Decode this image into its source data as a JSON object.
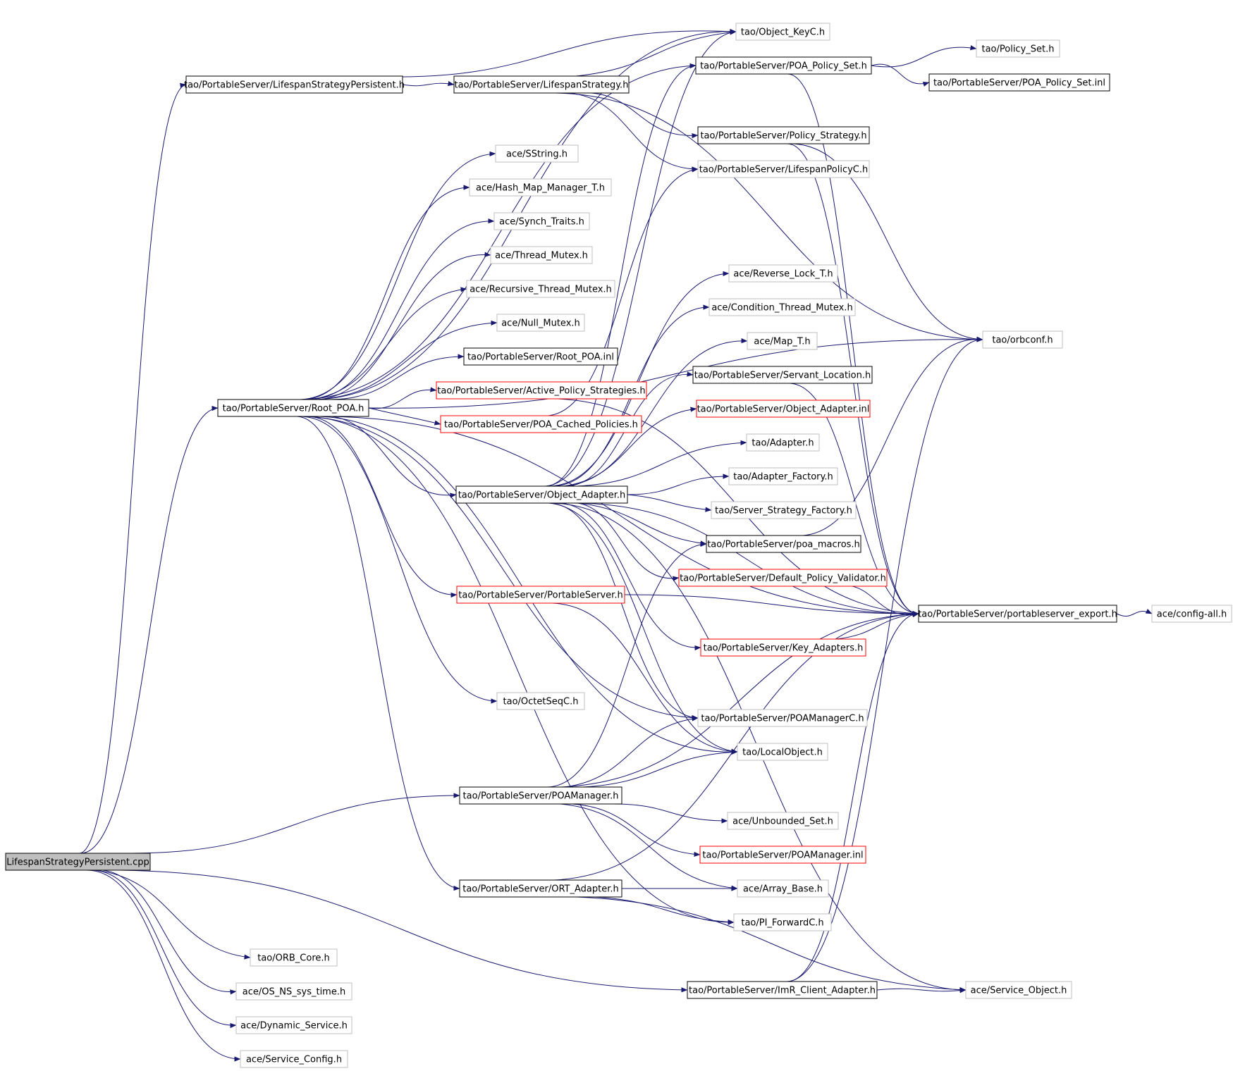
{
  "colors": {
    "background": "#ffffff",
    "edge": "#191970",
    "border_root": "#000000",
    "border_normal": "#000000",
    "border_external": "#bfbfbf",
    "border_incomplete": "#ff0000",
    "root_fill": "#bfbfbf",
    "text": "#000000"
  },
  "nodes": [
    {
      "id": "root",
      "label": "LifespanStrategyPersistent.cpp",
      "style": "root"
    },
    {
      "id": "lsp_h",
      "label": "tao/PortableServer/LifespanStrategyPersistent.h",
      "style": "normal"
    },
    {
      "id": "ls_h",
      "label": "tao/PortableServer/LifespanStrategy.h",
      "style": "normal"
    },
    {
      "id": "objkey",
      "label": "tao/Object_KeyC.h",
      "style": "external"
    },
    {
      "id": "poa_policy_set",
      "label": "tao/PortableServer/POA_Policy_Set.h",
      "style": "normal"
    },
    {
      "id": "policy_set",
      "label": "tao/Policy_Set.h",
      "style": "external"
    },
    {
      "id": "poa_policy_set_inl",
      "label": "tao/PortableServer/POA_Policy_Set.inl",
      "style": "normal"
    },
    {
      "id": "policy_strategy",
      "label": "tao/PortableServer/Policy_Strategy.h",
      "style": "normal"
    },
    {
      "id": "lifespan_policyc",
      "label": "tao/PortableServer/LifespanPolicyC.h",
      "style": "external"
    },
    {
      "id": "sstring",
      "label": "ace/SString.h",
      "style": "external"
    },
    {
      "id": "hash_map",
      "label": "ace/Hash_Map_Manager_T.h",
      "style": "external"
    },
    {
      "id": "synch_traits",
      "label": "ace/Synch_Traits.h",
      "style": "external"
    },
    {
      "id": "thread_mutex",
      "label": "ace/Thread_Mutex.h",
      "style": "external"
    },
    {
      "id": "recursive_mutex",
      "label": "ace/Recursive_Thread_Mutex.h",
      "style": "external"
    },
    {
      "id": "null_mutex",
      "label": "ace/Null_Mutex.h",
      "style": "external"
    },
    {
      "id": "root_poa_inl",
      "label": "tao/PortableServer/Root_POA.inl",
      "style": "normal"
    },
    {
      "id": "active_policy",
      "label": "tao/PortableServer/Active_Policy_Strategies.h",
      "style": "incomplete"
    },
    {
      "id": "root_poa",
      "label": "tao/PortableServer/Root_POA.h",
      "style": "normal"
    },
    {
      "id": "poa_cached",
      "label": "tao/PortableServer/POA_Cached_Policies.h",
      "style": "incomplete"
    },
    {
      "id": "reverse_lock",
      "label": "ace/Reverse_Lock_T.h",
      "style": "external"
    },
    {
      "id": "cond_mutex",
      "label": "ace/Condition_Thread_Mutex.h",
      "style": "external"
    },
    {
      "id": "map_t",
      "label": "ace/Map_T.h",
      "style": "external"
    },
    {
      "id": "orbconf",
      "label": "tao/orbconf.h",
      "style": "external"
    },
    {
      "id": "servant_location",
      "label": "tao/PortableServer/Servant_Location.h",
      "style": "normal"
    },
    {
      "id": "object_adapter_inl",
      "label": "tao/PortableServer/Object_Adapter.inl",
      "style": "incomplete"
    },
    {
      "id": "adapter",
      "label": "tao/Adapter.h",
      "style": "external"
    },
    {
      "id": "adapter_factory",
      "label": "tao/Adapter_Factory.h",
      "style": "external"
    },
    {
      "id": "object_adapter",
      "label": "tao/PortableServer/Object_Adapter.h",
      "style": "normal"
    },
    {
      "id": "server_strategy",
      "label": "tao/Server_Strategy_Factory.h",
      "style": "external"
    },
    {
      "id": "poa_macros",
      "label": "tao/PortableServer/poa_macros.h",
      "style": "normal"
    },
    {
      "id": "default_validator",
      "label": "tao/PortableServer/Default_Policy_Validator.h",
      "style": "incomplete"
    },
    {
      "id": "portableserver_h",
      "label": "tao/PortableServer/PortableServer.h",
      "style": "incomplete"
    },
    {
      "id": "ps_export",
      "label": "tao/PortableServer/portableserver_export.h",
      "style": "normal"
    },
    {
      "id": "config_all",
      "label": "ace/config-all.h",
      "style": "external"
    },
    {
      "id": "key_adapters",
      "label": "tao/PortableServer/Key_Adapters.h",
      "style": "incomplete"
    },
    {
      "id": "octetseq",
      "label": "tao/OctetSeqC.h",
      "style": "external"
    },
    {
      "id": "poamanagerc",
      "label": "tao/PortableServer/POAManagerC.h",
      "style": "external"
    },
    {
      "id": "localobject",
      "label": "tao/LocalObject.h",
      "style": "external"
    },
    {
      "id": "poamanager",
      "label": "tao/PortableServer/POAManager.h",
      "style": "normal"
    },
    {
      "id": "unbounded_set",
      "label": "ace/Unbounded_Set.h",
      "style": "external"
    },
    {
      "id": "poamanager_inl",
      "label": "tao/PortableServer/POAManager.inl",
      "style": "incomplete"
    },
    {
      "id": "ort_adapter",
      "label": "tao/PortableServer/ORT_Adapter.h",
      "style": "normal"
    },
    {
      "id": "array_base",
      "label": "ace/Array_Base.h",
      "style": "external"
    },
    {
      "id": "pi_forward",
      "label": "tao/PI_ForwardC.h",
      "style": "external"
    },
    {
      "id": "orb_core",
      "label": "tao/ORB_Core.h",
      "style": "external"
    },
    {
      "id": "imr_client",
      "label": "tao/PortableServer/ImR_Client_Adapter.h",
      "style": "normal"
    },
    {
      "id": "service_object",
      "label": "ace/Service_Object.h",
      "style": "external"
    },
    {
      "id": "os_ns_sys_time",
      "label": "ace/OS_NS_sys_time.h",
      "style": "external"
    },
    {
      "id": "dynamic_service",
      "label": "ace/Dynamic_Service.h",
      "style": "external"
    },
    {
      "id": "service_config",
      "label": "ace/Service_Config.h",
      "style": "external"
    }
  ],
  "edges": [
    [
      "root",
      "lsp_h"
    ],
    [
      "root",
      "root_poa"
    ],
    [
      "root",
      "poamanager"
    ],
    [
      "root",
      "imr_client"
    ],
    [
      "root",
      "orb_core"
    ],
    [
      "root",
      "os_ns_sys_time"
    ],
    [
      "root",
      "dynamic_service"
    ],
    [
      "root",
      "service_config"
    ],
    [
      "lsp_h",
      "ls_h"
    ],
    [
      "lsp_h",
      "objkey"
    ],
    [
      "ls_h",
      "objkey"
    ],
    [
      "ls_h",
      "policy_strategy"
    ],
    [
      "ls_h",
      "lifespan_policyc"
    ],
    [
      "ls_h",
      "orbconf"
    ],
    [
      "poa_policy_set",
      "policy_set"
    ],
    [
      "poa_policy_set",
      "poa_policy_set_inl"
    ],
    [
      "poa_policy_set",
      "ps_export"
    ],
    [
      "policy_strategy",
      "ps_export"
    ],
    [
      "policy_strategy",
      "orbconf"
    ],
    [
      "root_poa",
      "objkey"
    ],
    [
      "root_poa",
      "poa_policy_set"
    ],
    [
      "root_poa",
      "sstring"
    ],
    [
      "root_poa",
      "hash_map"
    ],
    [
      "root_poa",
      "synch_traits"
    ],
    [
      "root_poa",
      "thread_mutex"
    ],
    [
      "root_poa",
      "recursive_mutex"
    ],
    [
      "root_poa",
      "null_mutex"
    ],
    [
      "root_poa",
      "root_poa_inl"
    ],
    [
      "root_poa",
      "active_policy"
    ],
    [
      "root_poa",
      "poa_cached"
    ],
    [
      "root_poa",
      "object_adapter"
    ],
    [
      "root_poa",
      "portableserver_h"
    ],
    [
      "root_poa",
      "octetseq"
    ],
    [
      "root_poa",
      "ort_adapter"
    ],
    [
      "root_poa",
      "poamanagerc"
    ],
    [
      "root_poa",
      "localobject"
    ],
    [
      "root_poa",
      "pi_forward"
    ],
    [
      "root_poa",
      "ps_export"
    ],
    [
      "root_poa",
      "orbconf"
    ],
    [
      "active_policy",
      "ps_export"
    ],
    [
      "poa_cached",
      "lifespan_policyc"
    ],
    [
      "object_adapter",
      "reverse_lock"
    ],
    [
      "object_adapter",
      "cond_mutex"
    ],
    [
      "object_adapter",
      "map_t"
    ],
    [
      "object_adapter",
      "servant_location"
    ],
    [
      "object_adapter",
      "object_adapter_inl"
    ],
    [
      "object_adapter",
      "adapter"
    ],
    [
      "object_adapter",
      "adapter_factory"
    ],
    [
      "object_adapter",
      "server_strategy"
    ],
    [
      "object_adapter",
      "poa_macros"
    ],
    [
      "object_adapter",
      "default_validator"
    ],
    [
      "object_adapter",
      "key_adapters"
    ],
    [
      "object_adapter",
      "ps_export"
    ],
    [
      "object_adapter",
      "poamanagerc"
    ],
    [
      "object_adapter",
      "localobject"
    ],
    [
      "object_adapter",
      "objkey"
    ],
    [
      "object_adapter",
      "poa_policy_set"
    ],
    [
      "object_adapter",
      "service_object"
    ],
    [
      "servant_location",
      "ps_export"
    ],
    [
      "poa_macros",
      "orbconf"
    ],
    [
      "default_validator",
      "ps_export"
    ],
    [
      "key_adapters",
      "ps_export"
    ],
    [
      "portableserver_h",
      "ps_export"
    ],
    [
      "portableserver_h",
      "localobject"
    ],
    [
      "ps_export",
      "config_all"
    ],
    [
      "poamanager",
      "poamanagerc"
    ],
    [
      "poamanager",
      "localobject"
    ],
    [
      "poamanager",
      "unbounded_set"
    ],
    [
      "poamanager",
      "poamanager_inl"
    ],
    [
      "poamanager",
      "array_base"
    ],
    [
      "poamanager",
      "ps_export"
    ],
    [
      "poamanager",
      "poa_macros"
    ],
    [
      "ort_adapter",
      "array_base"
    ],
    [
      "ort_adapter",
      "pi_forward"
    ],
    [
      "ort_adapter",
      "service_object"
    ],
    [
      "ort_adapter",
      "ps_export"
    ],
    [
      "imr_client",
      "service_object"
    ],
    [
      "imr_client",
      "ps_export"
    ],
    [
      "imr_client",
      "orbconf"
    ]
  ]
}
